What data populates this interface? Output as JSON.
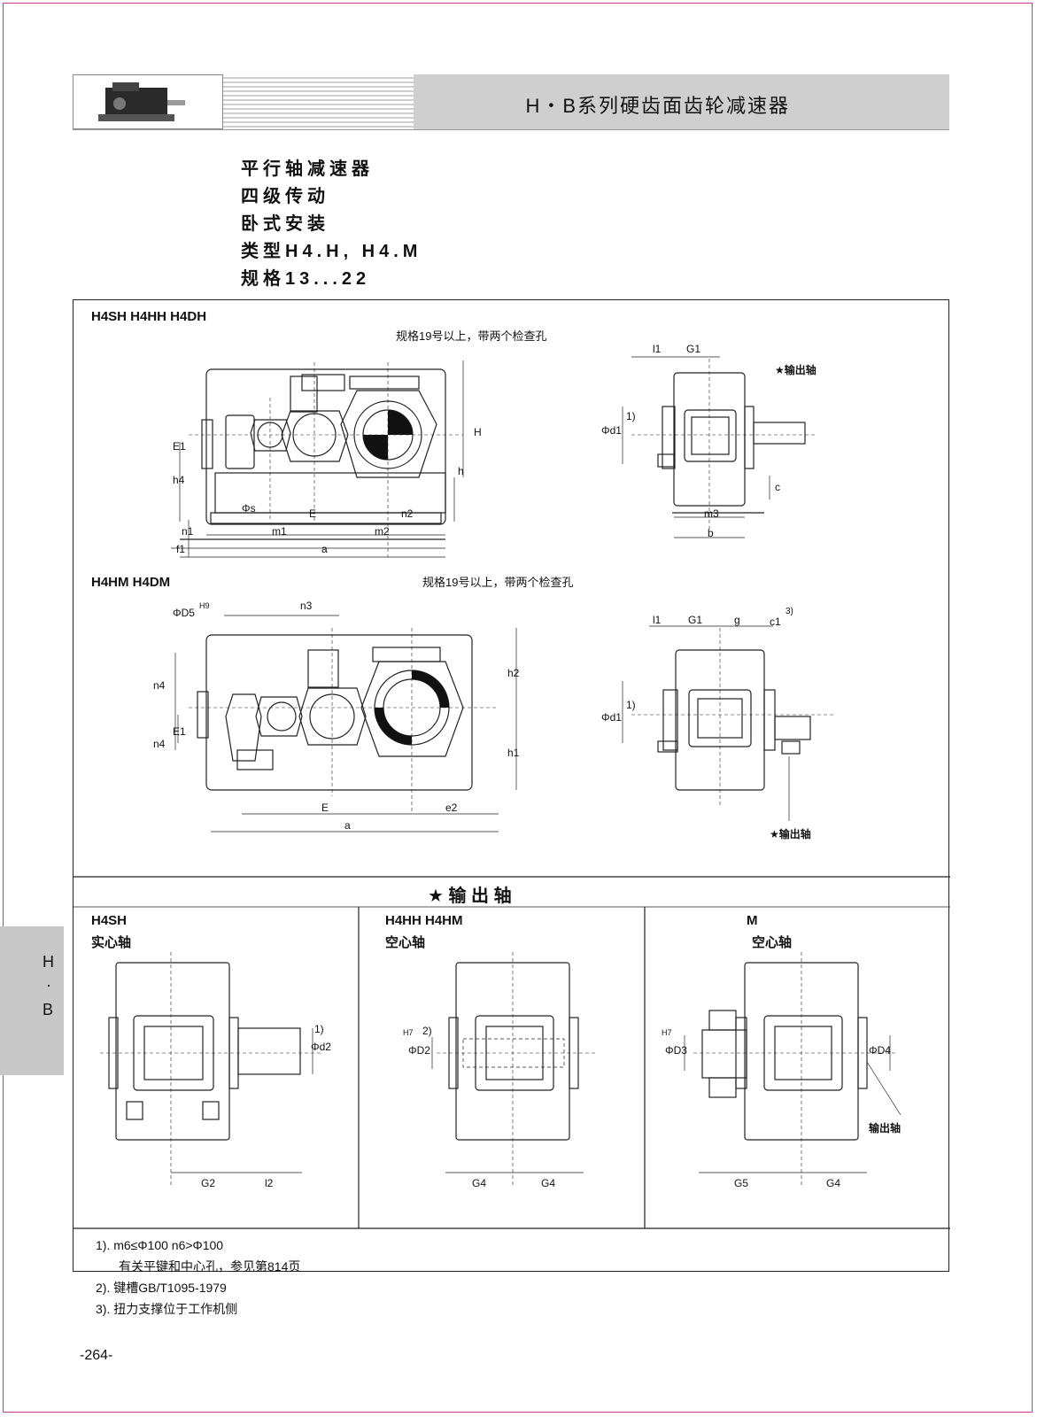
{
  "header": {
    "title": "H・B系列硬齿面齿轮减速器"
  },
  "intro": {
    "line1": "平行轴减速器",
    "line2": "四级传动",
    "line3": "卧式安装",
    "line4": "类型H4.H, H4.M",
    "line5": "规格13...22"
  },
  "section1": {
    "title": "H4SH  H4HH  H4DH",
    "note": "规格19号以上，带两个检查孔",
    "output_label": "★输出轴",
    "dims": {
      "H": "H",
      "h": "h",
      "h4": "h4",
      "E1": "E1",
      "phis": "Φs",
      "E": "E",
      "n2": "n2",
      "n1": "n1",
      "m1": "m1",
      "m2": "m2",
      "f1": "f1",
      "a": "a",
      "l1": "l1",
      "G1": "G1",
      "phid1": "Φd1",
      "sup1": "1)",
      "c": "c",
      "m3": "m3",
      "b": "b"
    }
  },
  "section2": {
    "title": "H4HM  H4DM",
    "note": "规格19号以上，带两个检查孔",
    "output_label": "★输出轴",
    "dims": {
      "phiD5": "ΦD5",
      "H9": "H9",
      "n3": "n3",
      "n4a": "n4",
      "n4b": "n4",
      "E1": "E1",
      "h2": "h2",
      "h1": "h1",
      "E": "E",
      "e2": "e2",
      "a": "a",
      "l1": "l1",
      "G1": "G1",
      "g": "g",
      "c1": "c1",
      "sup3": "3)",
      "phid1": "Φd1",
      "sup1": "1)"
    }
  },
  "output_shaft": {
    "heading": "★    输    出    轴",
    "col1": {
      "title": "H4SH",
      "sub": "实心轴",
      "d2": "Φd2",
      "sup": "1)",
      "G2": "G2",
      "l2": "l2"
    },
    "col2": {
      "title": "H4HH  H4HM",
      "sub": "空心轴",
      "D2": "ΦD2",
      "H7": "H7",
      "sup": "2)",
      "G4a": "G4",
      "G4b": "G4"
    },
    "col3": {
      "title": "M",
      "sub": "空心轴",
      "D3": "ΦD3",
      "H7": "H7",
      "D4": "ΦD4",
      "out": "输出轴",
      "G5": "G5",
      "G4": "G4"
    }
  },
  "footnotes": {
    "f1a": "1). m6≤Φ100  n6>Φ100",
    "f1b": "有关平键和中心孔，参见第814页",
    "f2": "2). 键槽GB/T1095-1979",
    "f3": "3). 扭力支撑位于工作机侧"
  },
  "side_tab": {
    "top": "H",
    "mid": "·",
    "bottom": "B"
  },
  "page_number": "-264-"
}
